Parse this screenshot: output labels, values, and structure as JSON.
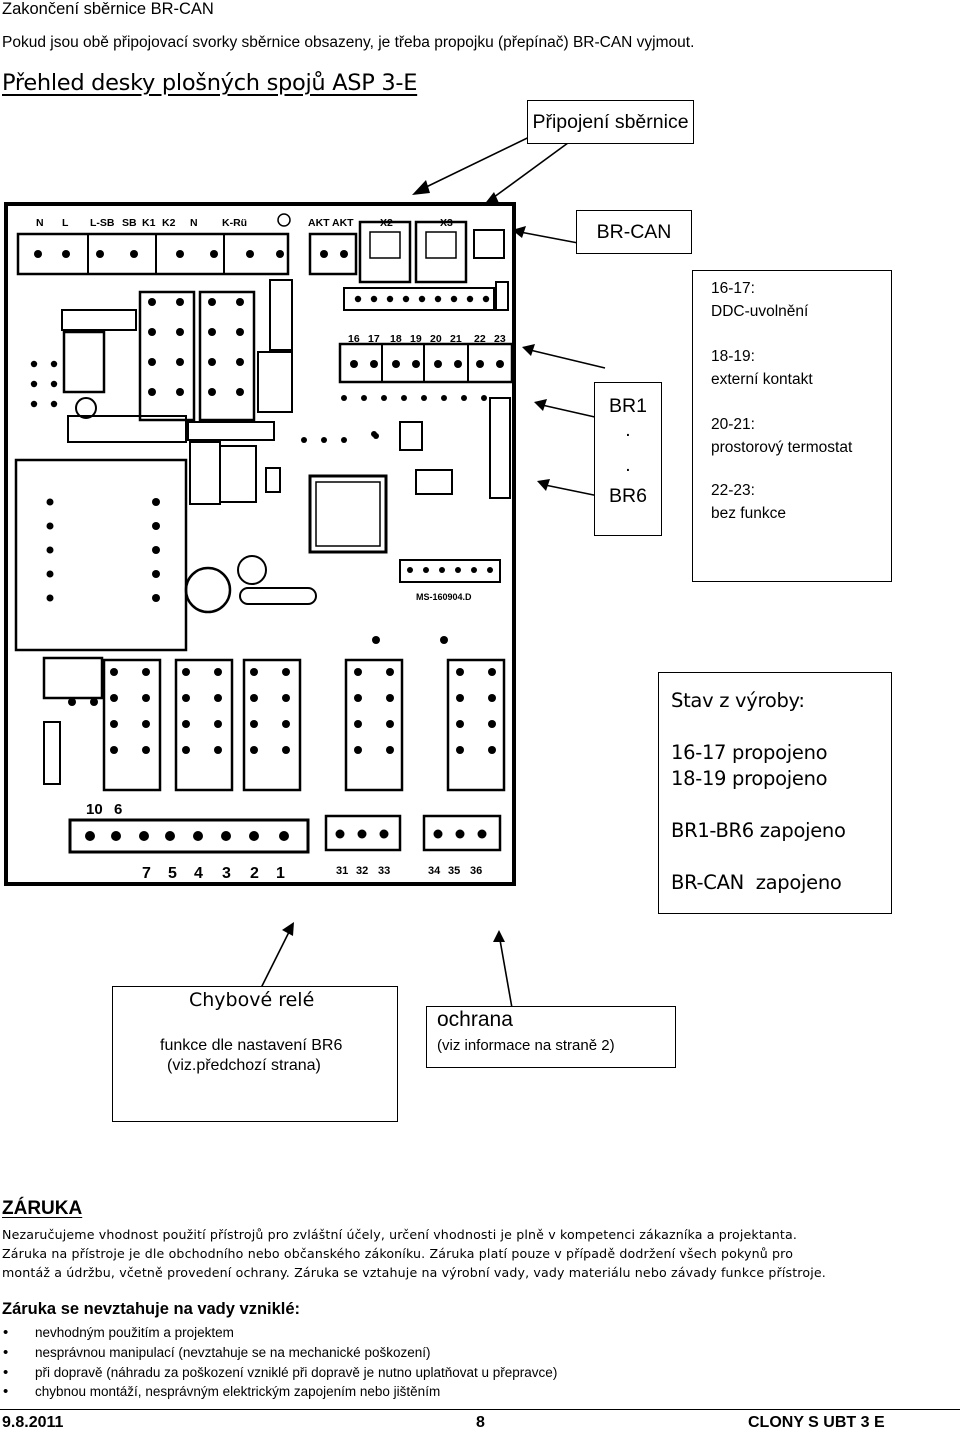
{
  "header": {
    "title": "Zakončení sběrnice BR-CAN",
    "note": "Pokud jsou obě připojovací svorky sběrnice obsazeny, je třeba propojku (přepínač) BR-CAN vyjmout.",
    "section_title": "Přehled desky plošných spojů ASP 3-E"
  },
  "board": {
    "top_labels": [
      "N",
      "L",
      "L-SB",
      "SB",
      "K1",
      "K2",
      "N",
      "K-Rü",
      "AKT",
      "AKT",
      "X2",
      "X3"
    ],
    "terminal_numbers": [
      "16",
      "17",
      "18",
      "19",
      "20",
      "21",
      "22",
      "23"
    ],
    "bottom_left_numbers": [
      "10",
      "6"
    ],
    "bottom_numbers": [
      "7",
      "5",
      "4",
      "3",
      "2",
      "1"
    ],
    "right_numbers_a": [
      "31",
      "32",
      "33"
    ],
    "right_numbers_b": [
      "34",
      "35",
      "36"
    ],
    "board_code": "MS-160904.D"
  },
  "callouts": {
    "bus_connection": "Připojení sběrnice",
    "br_can": "BR-CAN",
    "br_range": [
      "BR1",
      ".",
      ".",
      "BR6"
    ],
    "terminals": [
      {
        "range": "16-17:",
        "desc": "DDC-uvolnění"
      },
      {
        "range": "18-19:",
        "desc": "externí kontakt"
      },
      {
        "range": "20-21:",
        "desc": "prostorový termostat"
      },
      {
        "range": "22-23:",
        "desc": "bez funkce"
      }
    ],
    "factory_state": {
      "title": "Stav z výroby:",
      "lines": [
        "16-17 propojeno",
        "18-19 propojeno",
        "BR1-BR6 zapojeno",
        "BR-CAN  zapojeno"
      ]
    },
    "fault_relay": {
      "title": "Chybové relé",
      "line1": "funkce dle nastavení BR6",
      "line2": "(viz.předchozí strana)"
    },
    "protection": {
      "title": "ochrana",
      "note": "(viz informace na straně 2)"
    }
  },
  "warranty": {
    "heading": "ZÁRUKA",
    "p1": "Nezaručujeme vhodnost použití přístrojů pro zvláštní účely, určení vhodnosti je plně v kompetenci zákazníka a projektanta.",
    "p2a": "Záruka na přístroje je dle obchodního nebo občanského zákoníku. Záruka platí pouze v případě dodržení všech pokynů pro",
    "p2b": "montáž a údržbu, včetně provedení ochrany. Záruka se vztahuje na výrobní vady, vady materiálu nebo závady funkce přístroje.",
    "exclusions_heading": "Záruka se nevztahuje na vady vzniklé:",
    "exclusions": [
      "nevhodným použitím a projektem",
      "nesprávnou manipulací (nevztahuje se na mechanické poškození)",
      "při dopravě (náhradu za poškození vzniklé při dopravě je nutno uplatňovat u přepravce)",
      "chybnou montáží, nesprávným elektrickým zapojením nebo jištěním"
    ]
  },
  "footer": {
    "date": "9.8.2011",
    "page": "8",
    "product": "CLONY S UBT 3 E"
  }
}
